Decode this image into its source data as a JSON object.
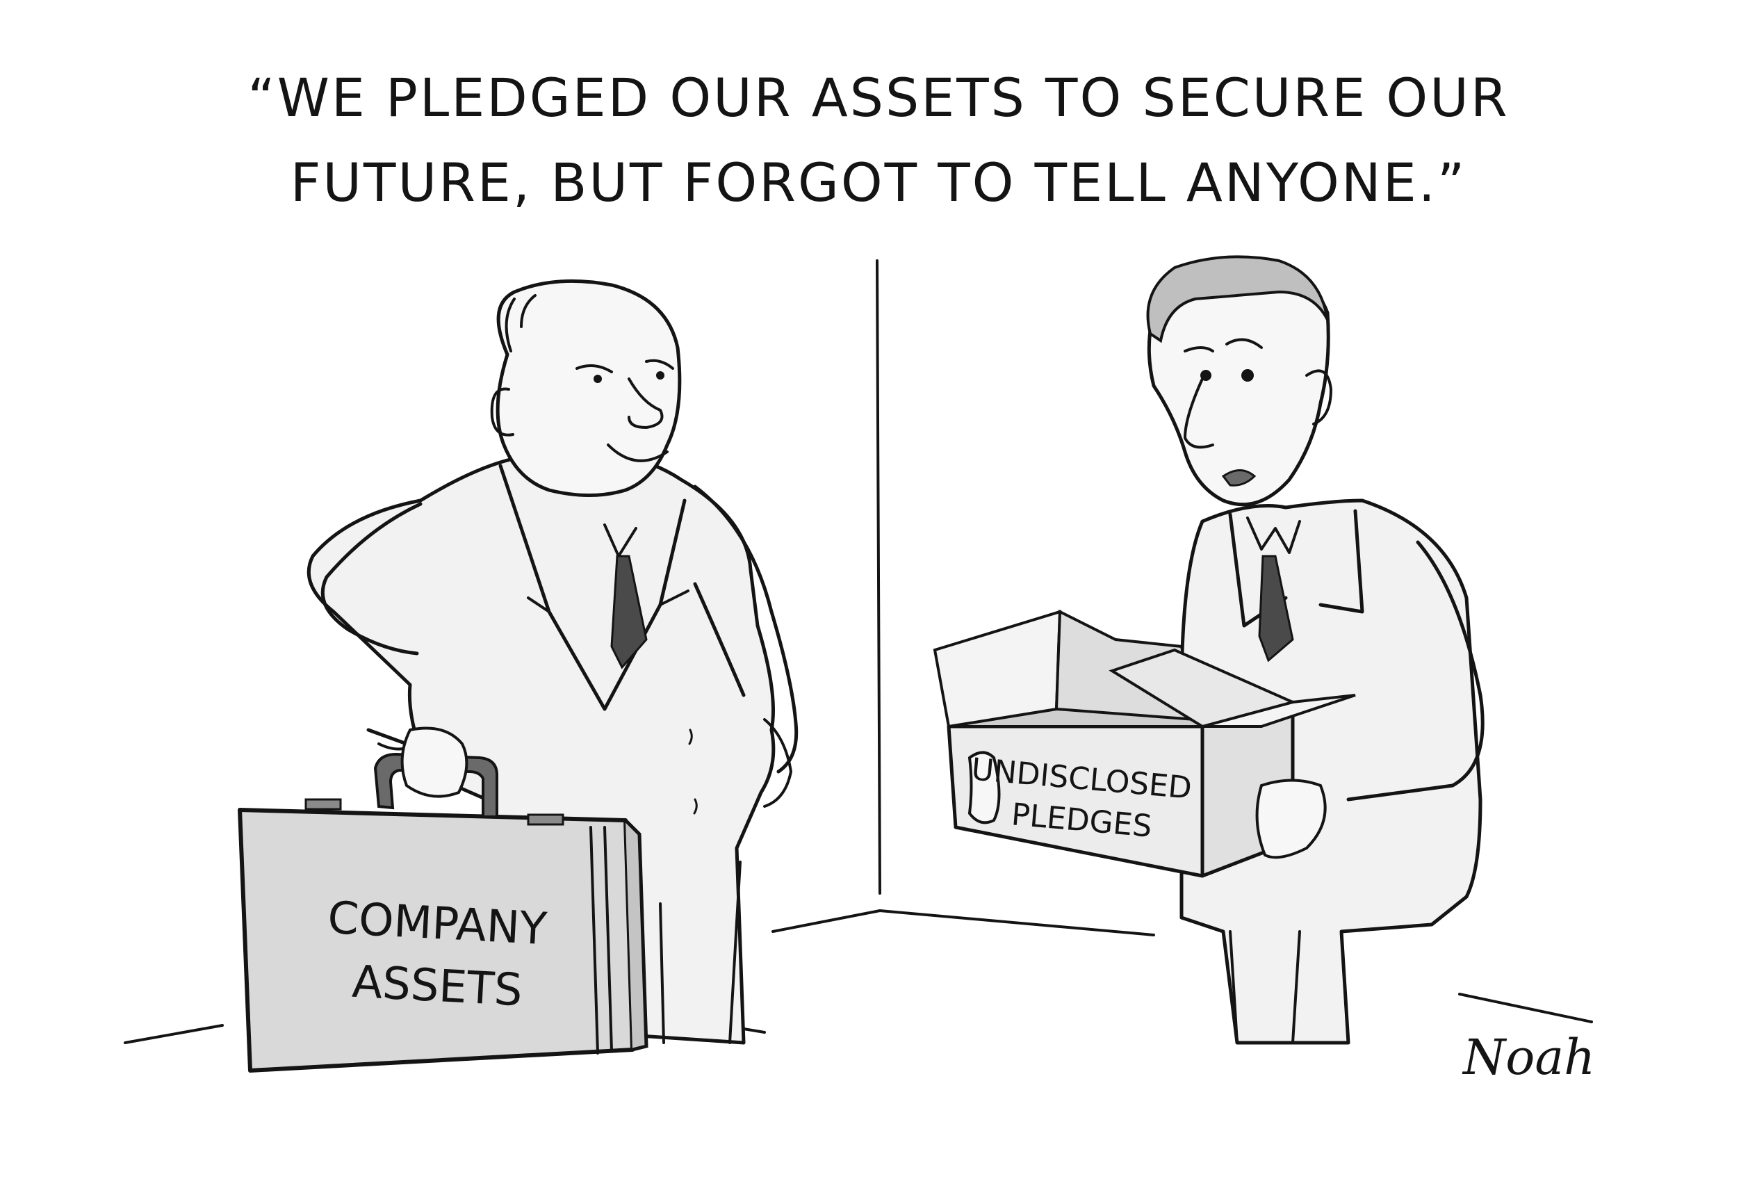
{
  "caption": {
    "line1": "“WE PLEDGED OUR ASSETS TO SECURE OUR",
    "line2": "FUTURE, BUT FORGOT TO TELL ANYONE.”"
  },
  "briefcase": {
    "line1": "COMPANY",
    "line2": "ASSETS"
  },
  "box": {
    "line1": "UNDISCLOSED",
    "line2": "PLEDGES"
  },
  "signature": "Noah"
}
